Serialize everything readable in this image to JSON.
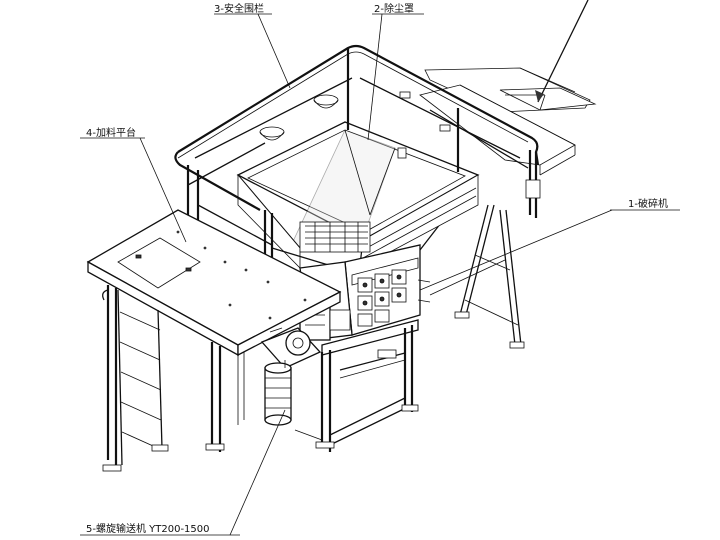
{
  "callouts": {
    "crusher": {
      "text": "1-破碎机"
    },
    "dust_cover": {
      "text": "2-除尘罩"
    },
    "guardrail": {
      "text": "3-安全围栏"
    },
    "platform": {
      "text": "4-加料平台"
    },
    "conveyor": {
      "text": "5-螺旋输送机 YT200-1500"
    }
  },
  "colors": {
    "line": "#111111",
    "paper": "#ffffff",
    "shade": "#e6e6e6"
  }
}
